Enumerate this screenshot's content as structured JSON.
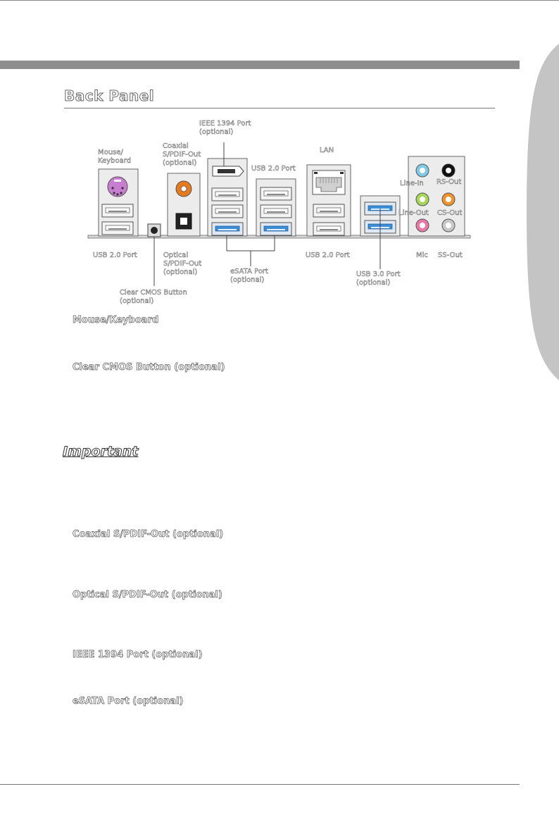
{
  "title": "Back Panel",
  "labels": {
    "ieee1394": [
      "IEEE 1394 Port",
      "(optional)"
    ],
    "coaxial": [
      "Coaxial",
      "S/PDIF-Out",
      "(optional)"
    ],
    "mouse_keyboard": [
      "Mouse/",
      "Keyboard"
    ],
    "usb20_top": "USB 2.0 Port",
    "lan": "LAN",
    "line_in": "Line-In",
    "rs_out": "RS-Out",
    "line_out": "Line-Out",
    "cs_out": "CS-Out",
    "usb20_left": "USB 2.0 Port",
    "optical": [
      "Optical",
      "S/PDIF-Out",
      "(optional)"
    ],
    "esata": [
      "eSATA Port",
      "(optional)"
    ],
    "usb20_right": "USB 2.0 Port",
    "mic": "Mic",
    "ss_out": "SS-Out",
    "usb30": [
      "USB 3.0 Port",
      "(optional)"
    ],
    "clear_cmos": [
      "Clear CMOS Button",
      "(optional)"
    ]
  },
  "headings": {
    "mouse_keyboard": "Mouse/Keyboard",
    "clear_cmos": "Clear CMOS Button (optional)",
    "important": "Important",
    "coaxial": "Coaxial S/PDIF-Out (optional)",
    "optical": "Optical S/PDIF-Out (optional)",
    "ieee1394": "IEEE 1394 Port (optional)",
    "esata": "eSATA Port (optional)"
  },
  "colors": {
    "ps2_port": "#c87ed0",
    "coaxial_jack": "#e87a1e",
    "usb3_blue": "#3b8ed8",
    "audio_line_in": "#7ec8e8",
    "audio_rs_out": "#111111",
    "audio_line_out": "#a8d65a",
    "audio_cs_out": "#f0922e",
    "audio_mic": "#e87aa8",
    "audio_ss_out": "#c8c8c8"
  }
}
